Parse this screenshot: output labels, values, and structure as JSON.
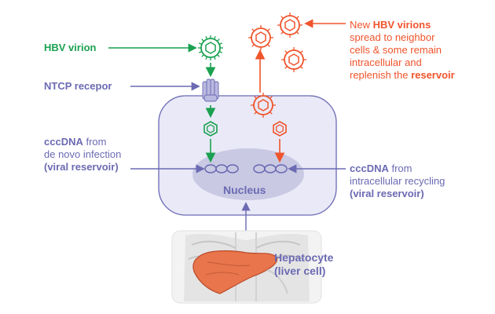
{
  "colors": {
    "green": "#1aa150",
    "purple": "#6b6ab3",
    "red": "#f0542c",
    "cell_fill": "#e9e9f8",
    "nucleus_fill": "#c9c9e3"
  },
  "labels": {
    "hbv_virion": "HBV virion",
    "ntcp_receptor": "NTCP recepor",
    "ccc_left_bold": "cccDNA",
    "ccc_left_from": " from",
    "ccc_left_line2": "de novo infection",
    "ccc_left_line3": "(viral reservoir)",
    "ccc_right_bold": "cccDNA",
    "ccc_right_from": " from",
    "ccc_right_line2": "intracellular recycling",
    "ccc_right_line3": "(viral reservoir)",
    "nucleus": "Nucleus",
    "hepatocyte_line1": "Hepatocyte",
    "hepatocyte_line2": "(liver cell)",
    "new_prefix": "New ",
    "new_bold": "HBV virions",
    "new_line2": "spread to neighbor",
    "new_line3": "cells & some remain",
    "new_line4": "intracellular and",
    "new_line5_prefix": "replenish the ",
    "new_line5_bold": "reservoir"
  },
  "icons": [
    "virion-icon",
    "ntcp-receptor-icon",
    "capsid-icon",
    "cccdna-icon",
    "liver-illustration"
  ]
}
